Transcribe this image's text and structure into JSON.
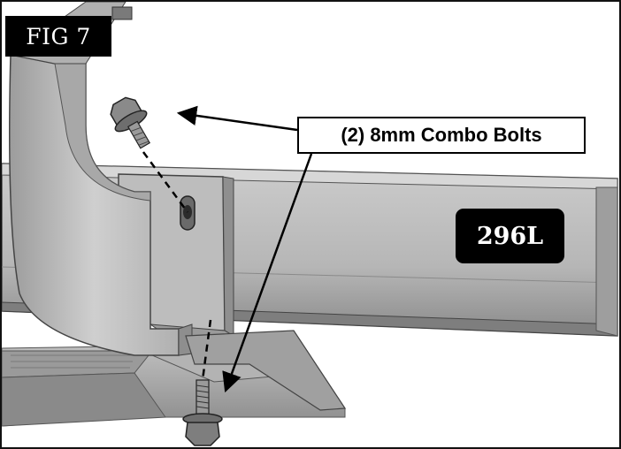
{
  "figure": {
    "label": "FIG 7",
    "part_number": "296L",
    "callout": "(2) 8mm Combo Bolts"
  },
  "colors": {
    "bracket": "#c4c4c4",
    "bracket_shadow": "#8e8e8e",
    "tube": "#b9b9b9",
    "tube_dark": "#7c7c7c",
    "step": "#a8a8a8",
    "label_bg": "#000000",
    "label_text": "#ffffff"
  },
  "icons": [
    "bolt-icon",
    "arrow-icon"
  ]
}
